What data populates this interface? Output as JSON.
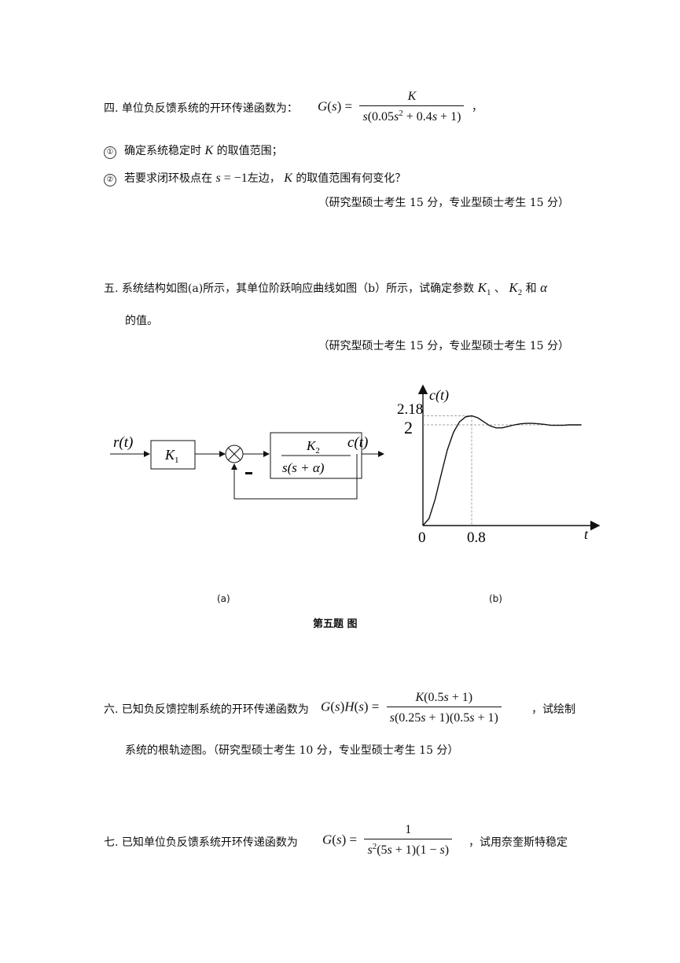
{
  "q4": {
    "intro": "四. 单位负反馈系统的开环传递函数为：",
    "tail": "，",
    "item1_num": "①",
    "item1_a": "确定系统稳定时",
    "item1_b": "的取值范围；",
    "item2_num": "②",
    "item2_a": "若要求闭环极点在",
    "item2_b": "左边，",
    "item2_c": "的取值范围有何变化？",
    "score": "（研究型硕士考生 15 分，专业型硕士考生 15 分）"
  },
  "q5": {
    "line1_a": "五. 系统结构如图(a)所示，其单位阶跃响应曲线如图（b）所示，试确定参数",
    "line1_b": "、",
    "line1_c": "和",
    "line2": "的值。",
    "score": "（研究型硕士考生 15 分，专业型硕士考生 15 分）",
    "fig_a_label": "(a)",
    "fig_b_label": "(b)",
    "figure_caption": "第五题  图",
    "block": {
      "input": "r(t)",
      "gain": "K1",
      "plant_num": "K2",
      "plant_den": "s(s+α)",
      "output": "c(t)",
      "feedback_sign": "-"
    }
  },
  "chart_data": {
    "type": "line",
    "ylabel": "c(t)",
    "xlabel": "t",
    "y_ticks": [
      "2.18",
      "2"
    ],
    "x_ticks": [
      "0",
      "0.8"
    ],
    "peak": {
      "t": 0.8,
      "c": 2.18
    },
    "steady_state": 2,
    "x": [
      0,
      0.1,
      0.2,
      0.3,
      0.4,
      0.5,
      0.6,
      0.7,
      0.8,
      0.9,
      1.0,
      1.1,
      1.2,
      1.3,
      1.4,
      1.5,
      1.6,
      1.7,
      1.8,
      1.9,
      2.0,
      2.1,
      2.2,
      2.3,
      2.4,
      2.5,
      2.6,
      2.7
    ],
    "series": [
      {
        "values": [
          0,
          0.14,
          0.52,
          1.02,
          1.5,
          1.85,
          2.06,
          2.16,
          2.18,
          2.14,
          2.06,
          1.98,
          1.94,
          1.94,
          1.97,
          2.0,
          2.02,
          2.03,
          2.03,
          2.02,
          2.01,
          1.99,
          1.99,
          1.99,
          2.0,
          2.0,
          2.0,
          2.0
        ]
      }
    ]
  },
  "q6": {
    "line1_a": "六. 已知负反馈控制系统的开环传递函数为",
    "line1_b": "，试绘制",
    "line2": "系统的根轨迹图。（研究型硕士考生 10 分，专业型硕士考生 15 分）"
  },
  "q7": {
    "line1_a": "七. 已知单位负反馈系统开环传递函数为",
    "line1_b": "，试用奈奎斯特稳定"
  }
}
